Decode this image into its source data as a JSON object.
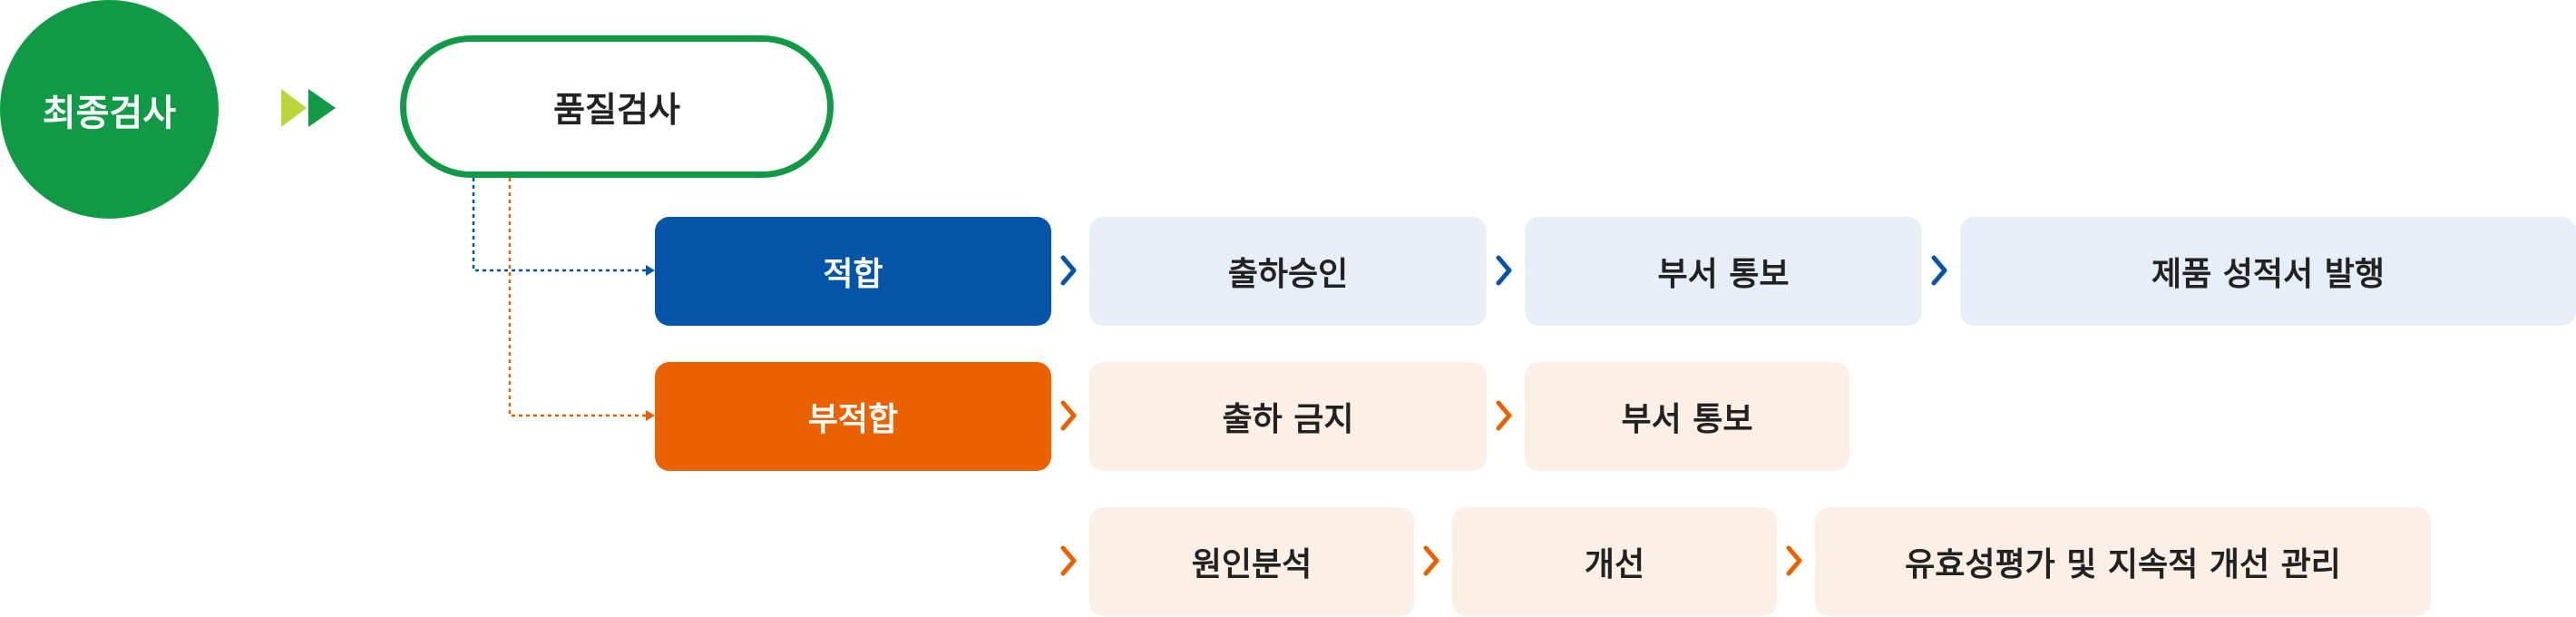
{
  "start": {
    "label": "최종검사"
  },
  "inspection": {
    "label": "품질검사"
  },
  "colors": {
    "green": "#119a45",
    "lime": "#b9d63a",
    "blue": "#0455a8",
    "orange": "#ea6100",
    "light_blue": "#e6eef7",
    "peach": "#fcefe5"
  },
  "pass": {
    "label": "적합",
    "steps": [
      "출하승인",
      "부서 통보",
      "제품 성적서 발행"
    ]
  },
  "fail": {
    "label": "부적합",
    "steps": [
      "출하 금지",
      "부서 통보"
    ],
    "followup": [
      "원인분석",
      "개선",
      "유효성평가 및 지속적 개선 관리"
    ]
  }
}
